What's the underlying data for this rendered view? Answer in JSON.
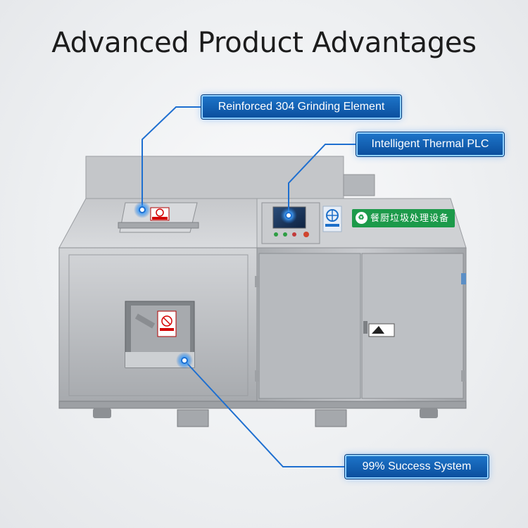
{
  "title": "Advanced Product Advantages",
  "callouts": {
    "grinding": "Reinforced 304 Grinding Element",
    "plc": "Intelligent Thermal PLC",
    "success": "99% Success System"
  },
  "panel_label": "餐厨垃圾处理设备",
  "colors": {
    "callout_fill": "#1565c0",
    "callout_border": "#8fd0ff",
    "leader_line": "#1e6fd0",
    "steel": "#b9bcc0",
    "label_green": "#1c9a4a"
  }
}
